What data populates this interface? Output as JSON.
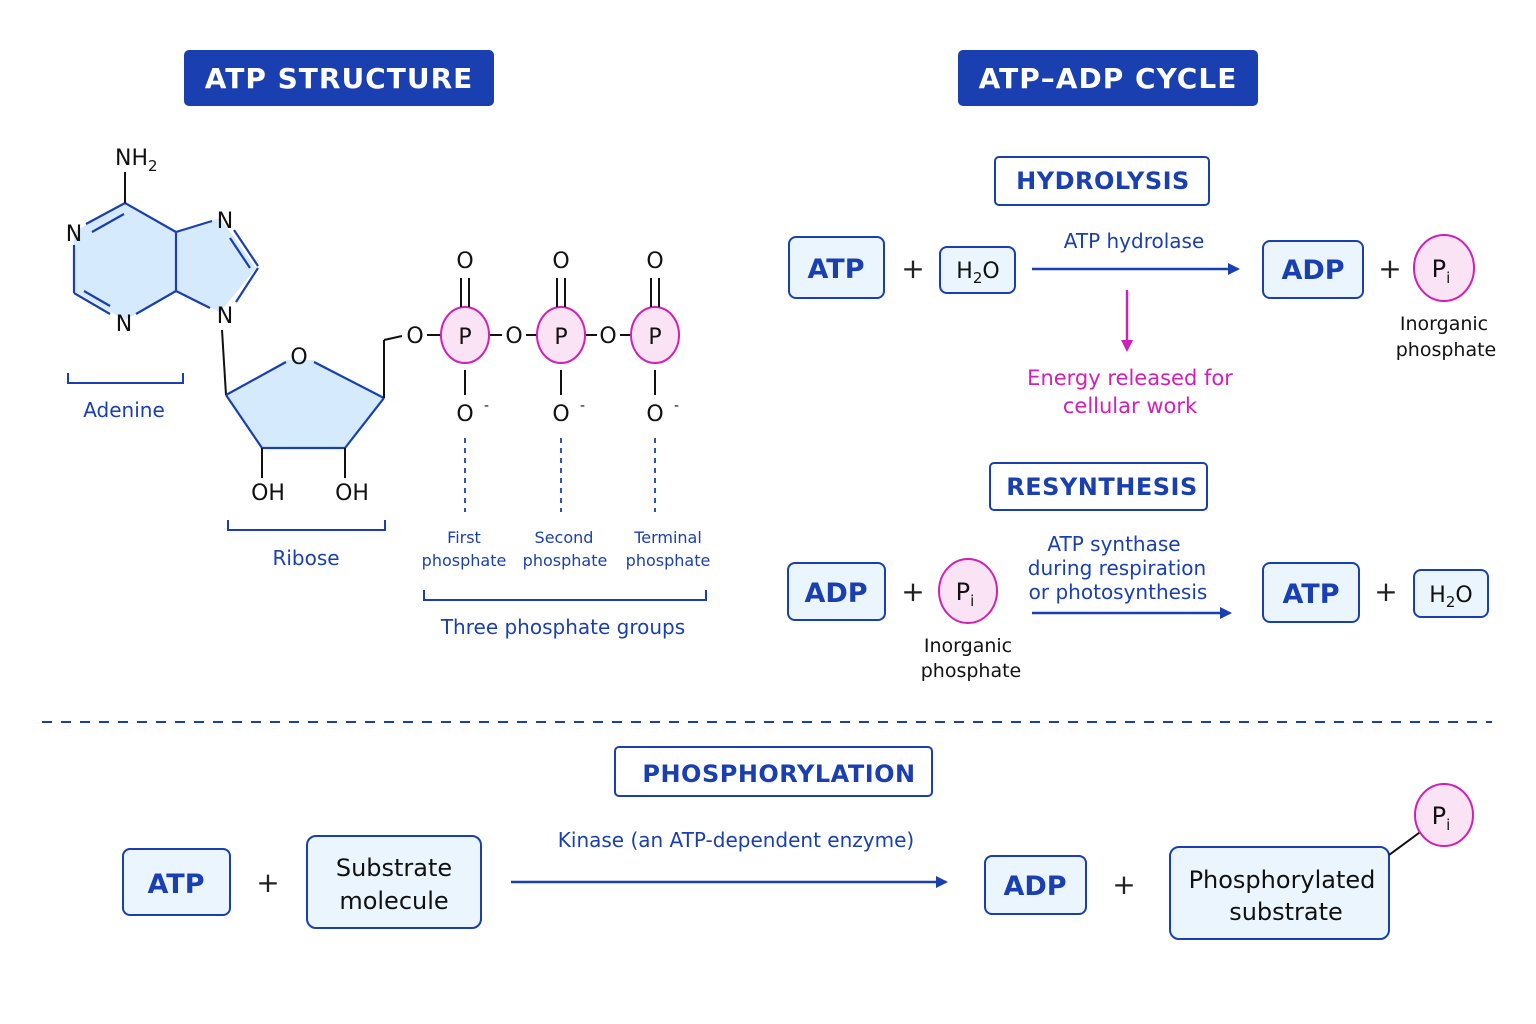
{
  "colors": {
    "primary_blue": "#1a3fb0",
    "light_blue_fill": "#d5eafc",
    "box_fill": "#eaf5fd",
    "magenta": "#d21fb7",
    "pink_fill": "#fbe3f6"
  },
  "structure": {
    "title": "ATP STRUCTURE",
    "nh2": "NH",
    "nh2_sub": "2",
    "n_atom": "N",
    "o_atom": "O",
    "oh": "OH",
    "p_atom": "P",
    "o_minus": "O",
    "minus": "-",
    "adenine_label": "Adenine",
    "ribose_label": "Ribose",
    "phosphate_labels": [
      [
        "First",
        "phosphate"
      ],
      [
        "Second",
        "phosphate"
      ],
      [
        "Terminal",
        "phosphate"
      ]
    ],
    "phosphate_groups_label": "Three phosphate groups"
  },
  "cycle": {
    "title": "ATP–ADP CYCLE",
    "hydrolysis": {
      "title": "HYDROLYSIS",
      "reactant_1": "ATP",
      "water": "H",
      "water_sub": "2",
      "water_tail": "O",
      "enzyme": "ATP hydrolase",
      "product_1": "ADP",
      "pi": "P",
      "pi_sub": "i",
      "pi_label": [
        "Inorganic",
        "phosphate"
      ],
      "energy": [
        "Energy released for",
        "cellular work"
      ]
    },
    "resynthesis": {
      "title": "RESYNTHESIS",
      "reactant_1": "ADP",
      "pi": "P",
      "pi_sub": "i",
      "pi_label": [
        "Inorganic",
        "phosphate"
      ],
      "enzyme": [
        "ATP synthase",
        "during respiration",
        "or photosynthesis"
      ],
      "product_1": "ATP",
      "water": "H",
      "water_sub": "2",
      "water_tail": "O"
    },
    "plus": "+"
  },
  "phosphorylation": {
    "title": "PHOSPHORYLATION",
    "reactant_1": "ATP",
    "reactant_2": [
      "Substrate",
      "molecule"
    ],
    "enzyme": "Kinase (an ATP-dependent enzyme)",
    "product_1": "ADP",
    "product_2": [
      "Phosphorylated",
      "substrate"
    ],
    "pi": "P",
    "pi_sub": "i",
    "plus": "+"
  }
}
